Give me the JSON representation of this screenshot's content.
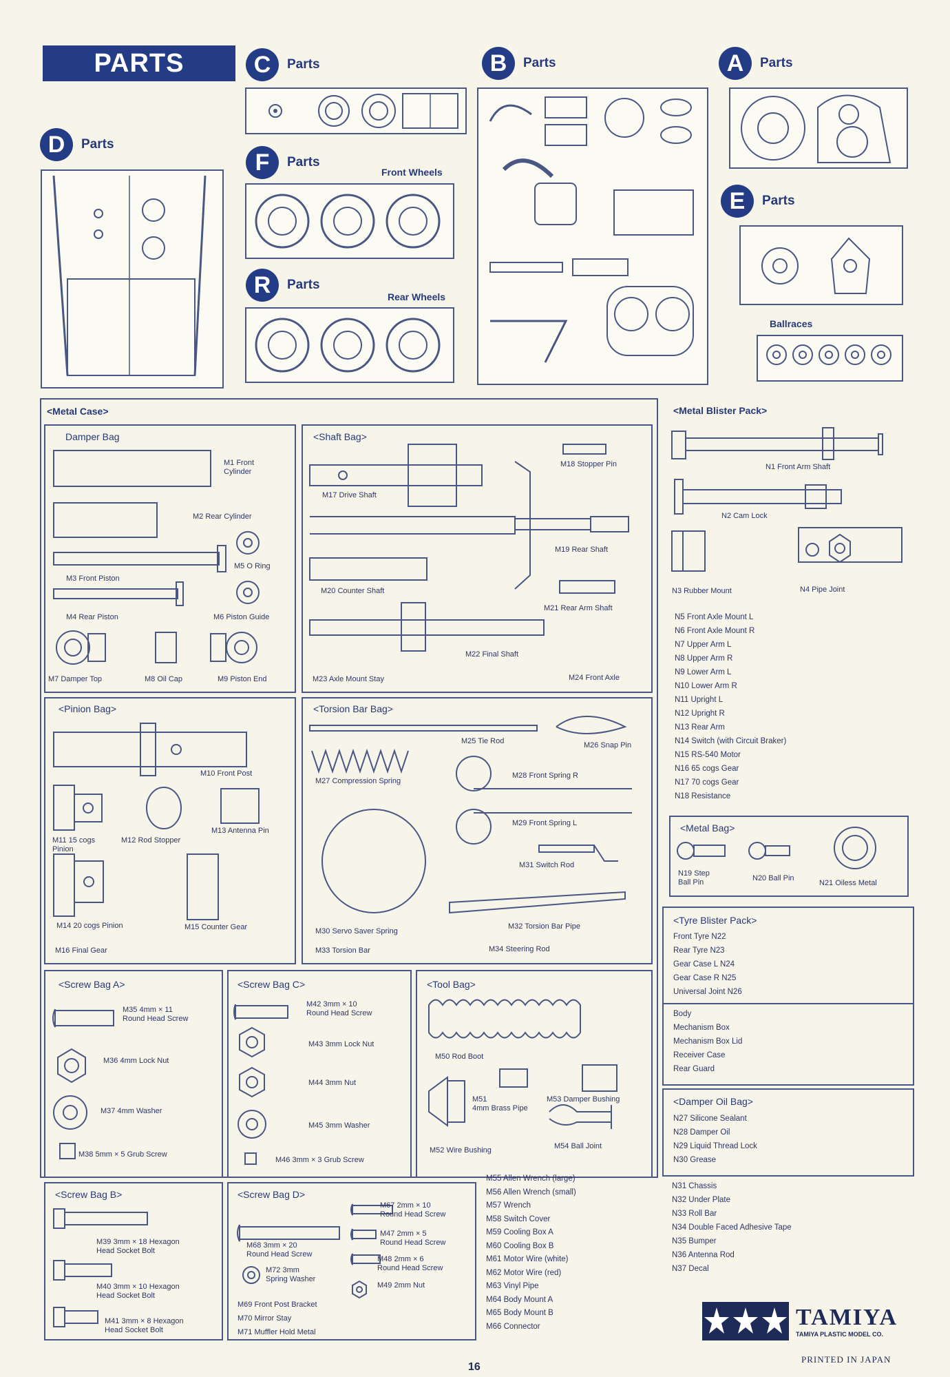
{
  "header": {
    "title": "PARTS"
  },
  "sections": {
    "C": {
      "letter": "C",
      "label": "Parts"
    },
    "B": {
      "letter": "B",
      "label": "Parts"
    },
    "A": {
      "letter": "A",
      "label": "Parts"
    },
    "D": {
      "letter": "D",
      "label": "Parts"
    },
    "F": {
      "letter": "F",
      "label": "Parts",
      "caption": "Front Wheels"
    },
    "E": {
      "letter": "E",
      "label": "Parts",
      "caption": "Ballraces"
    },
    "R": {
      "letter": "R",
      "label": "Parts",
      "caption": "Rear Wheels"
    }
  },
  "metal_case": {
    "title": "<Metal Case>",
    "damper_bag": {
      "title": "Damper Bag",
      "items": [
        "M1 Front\nCylinder",
        "M2 Rear Cylinder",
        "M3 Front Piston",
        "M5 O Ring",
        "M4 Rear Piston",
        "M6 Piston Guide",
        "M7 Damper Top",
        "M8 Oil Cap",
        "M9 Piston End"
      ]
    },
    "shaft_bag": {
      "title": "<Shaft Bag>",
      "items": [
        "M17 Drive Shaft",
        "M18 Stopper Pin",
        "M19 Rear Shaft",
        "M20 Counter Shaft",
        "M21 Rear Arm Shaft",
        "M22 Final Shaft",
        "M23 Axle Mount Stay",
        "M24 Front Axle"
      ]
    },
    "pinion_bag": {
      "title": "<Pinion Bag>",
      "items": [
        "M10 Front Post",
        "M11 15 cogs\nPinion",
        "M12 Rod Stopper",
        "M13 Antenna Pin",
        "M14 20 cogs Pinion",
        "M15 Counter Gear",
        "M16 Final Gear"
      ]
    },
    "torsion_bag": {
      "title": "<Torsion Bar Bag>",
      "items": [
        "M25 Tie Rod",
        "M26 Snap Pin",
        "M27 Compression Spring",
        "M28 Front Spring R",
        "M29 Front Spring L",
        "M31 Switch Rod",
        "M30 Servo Saver Spring",
        "M32 Torsion Bar Pipe",
        "M33 Torsion Bar",
        "M34 Steering Rod"
      ]
    }
  },
  "metal_blister": {
    "title": "<Metal Blister Pack>",
    "items": [
      "N1 Front Arm Shaft",
      "N2 Cam Lock",
      "N3 Rubber Mount",
      "N4 Pipe Joint"
    ],
    "list": [
      "N5 Front Axle Mount L",
      "N6 Front Axle Mount R",
      "N7 Upper Arm L",
      "N8 Upper Arm R",
      "N9 Lower Arm L",
      "N10 Lower Arm R",
      "N11 Upright L",
      "N12 Upright R",
      "N13 Rear Arm",
      "N14 Switch (with Circuit Braker)",
      "N15 RS-540 Motor",
      "N16 65 cogs Gear",
      "N17 70 cogs Gear",
      "N18 Resistance"
    ]
  },
  "metal_bag": {
    "title": "<Metal Bag>",
    "items": [
      "N19 Step\nBall Pin",
      "N20 Ball Pin",
      "N21 Oiless Metal"
    ]
  },
  "tyre_blister": {
    "title": "<Tyre Blister Pack>",
    "list": [
      "Front Tyre N22",
      "Rear Tyre N23",
      "Gear Case L N24",
      "Gear Case R N25",
      "Universal Joint N26"
    ]
  },
  "body_list": [
    "Body",
    "Mechanism Box",
    "Mechanism Box Lid",
    "Receiver Case",
    "Rear Guard"
  ],
  "damper_oil": {
    "title": "<Damper Oil Bag>",
    "list": [
      "N27 Silicone Sealant",
      "N28 Damper Oil",
      "N29 Liquid Thread Lock",
      "N30 Grease"
    ]
  },
  "misc_list": [
    "N31 Chassis",
    "N32 Under Plate",
    "N33 Roll Bar",
    "N34 Double Faced Adhesive Tape",
    "N35 Bumper",
    "N36 Antenna Rod",
    "N37 Decal"
  ],
  "screw_a": {
    "title": "<Screw Bag A>",
    "items": [
      "M35 4mm × 11\nRound Head Screw",
      "M36 4mm Lock Nut",
      "M37 4mm Washer",
      "M38 5mm × 5 Grub Screw"
    ]
  },
  "screw_c": {
    "title": "<Screw Bag C>",
    "items": [
      "M42 3mm × 10\nRound Head Screw",
      "M43 3mm Lock Nut",
      "M44 3mm Nut",
      "M45 3mm Washer",
      "M46 3mm × 3 Grub Screw"
    ]
  },
  "tool_bag": {
    "title": "<Tool Bag>",
    "items": [
      "M50 Rod Boot",
      "M51\n4mm Brass Pipe",
      "M53 Damper Bushing",
      "M52 Wire Bushing",
      "M54 Ball Joint"
    ]
  },
  "tool_list": [
    "M55 Allen Wrench (large)",
    "M56 Allen Wrench (small)",
    "M57 Wrench",
    "M58 Switch Cover",
    "M59 Cooling Box A",
    "M60 Cooling Box B",
    "M61 Motor Wire (white)",
    "M62 Motor Wire (red)",
    "M63 Vinyl Pipe",
    "M64 Body Mount A",
    "M65 Body Mount B",
    "M66 Connector"
  ],
  "screw_b": {
    "title": "<Screw Bag B>",
    "items": [
      "M39 3mm × 18 Hexagon\nHead Socket Bolt",
      "M40 3mm × 10 Hexagon\nHead Socket Bolt",
      "M41 3mm × 8 Hexagon\nHead Socket Bolt"
    ]
  },
  "screw_d": {
    "title": "<Screw Bag D>",
    "items": [
      "M67 2mm × 10\nRound Head Screw",
      "M68 3mm × 20\nRound Head Screw",
      "M47 2mm × 5\nRound Head Screw",
      "M48 2mm × 6\nRound Head Screw",
      "M72 3mm\nSpring Washer",
      "M49 2mm Nut",
      "M69 Front Post Bracket",
      "M70 Mirror Stay",
      "M71 Muffler Hold Metal"
    ]
  },
  "brand": {
    "name": "TAMIYA",
    "sub": "TAMIYA PLASTIC MODEL CO."
  },
  "footer": {
    "page": "16",
    "printed": "PRINTED IN JAPAN"
  }
}
